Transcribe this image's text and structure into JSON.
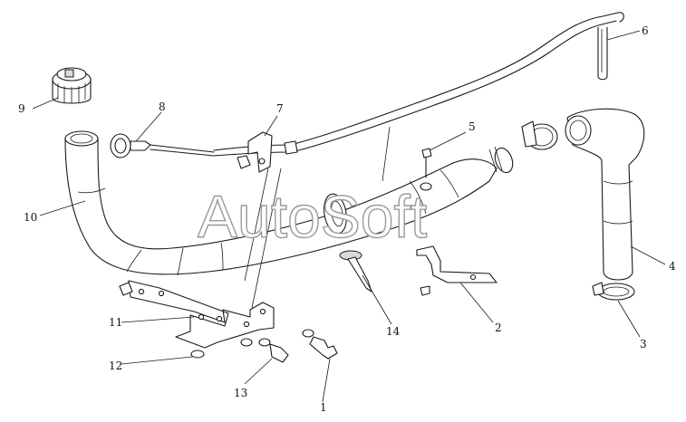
{
  "watermark": "AutoSoft",
  "callouts": [
    {
      "id": "1",
      "text": "1"
    },
    {
      "id": "2",
      "text": "2"
    },
    {
      "id": "3",
      "text": "3"
    },
    {
      "id": "4",
      "text": "4"
    },
    {
      "id": "5",
      "text": "5"
    },
    {
      "id": "6",
      "text": "6"
    },
    {
      "id": "7",
      "text": "7"
    },
    {
      "id": "8",
      "text": "8"
    },
    {
      "id": "9",
      "text": "9"
    },
    {
      "id": "10",
      "text": "10"
    },
    {
      "id": "11",
      "text": "11"
    },
    {
      "id": "12",
      "text": "12"
    },
    {
      "id": "13",
      "text": "13"
    },
    {
      "id": "14",
      "text": "14"
    }
  ]
}
